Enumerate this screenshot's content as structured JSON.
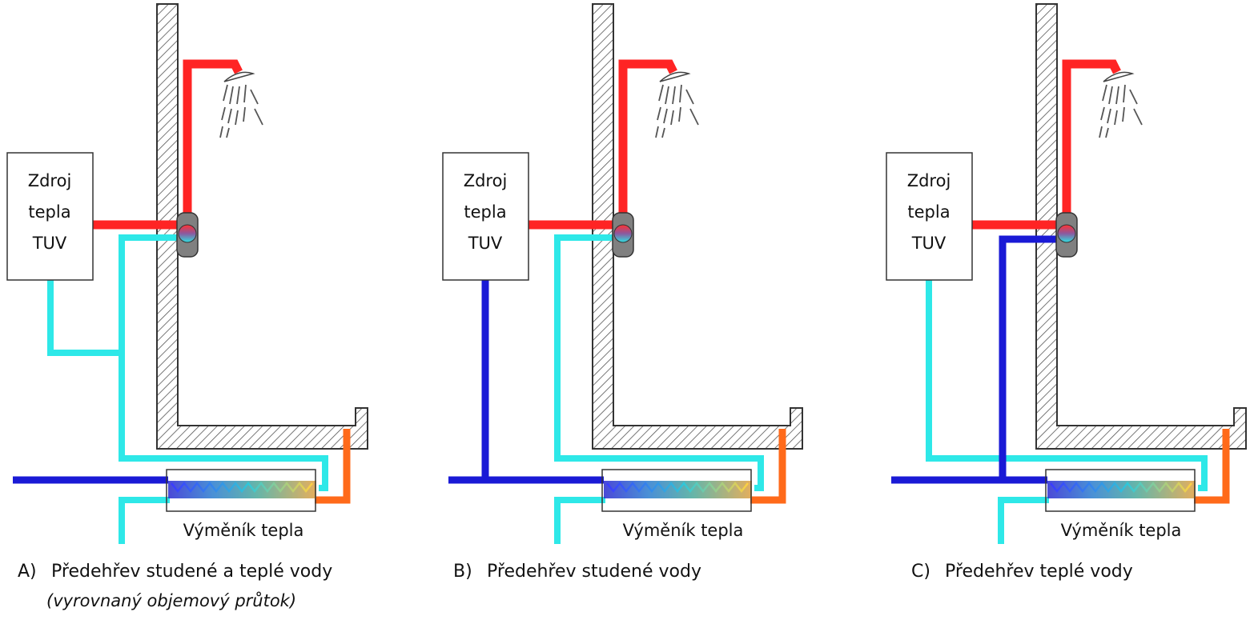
{
  "colors": {
    "hot_water": "#ff2424",
    "preheated_water": "#2ee8e8",
    "cold_water": "#1a1ad6",
    "drain_warm": "#ff6a1a",
    "wall_hatch": "#555555",
    "mixer_valve": "#808080"
  },
  "icons": [
    "shower-head-icon",
    "mixer-valve-icon",
    "heat-exchanger-coil-icon"
  ],
  "panels": [
    {
      "id": "a",
      "heat_source_lines": [
        "Zdroj",
        "tepla",
        "TUV"
      ],
      "exchanger_label": "Výměník tepla",
      "caption_letter": "A)",
      "caption_text": "Předehřev studené a teplé vody",
      "caption_note": "(vyrovnaný objemový průtok)",
      "source_feed": "preheated",
      "mixer_cold_feed": "preheated"
    },
    {
      "id": "b",
      "heat_source_lines": [
        "Zdroj",
        "tepla",
        "TUV"
      ],
      "exchanger_label": "Výměník tepla",
      "caption_letter": "B)",
      "caption_text": "Předehřev studené vody",
      "caption_note": "",
      "source_feed": "cold",
      "mixer_cold_feed": "preheated"
    },
    {
      "id": "c",
      "heat_source_lines": [
        "Zdroj",
        "tepla",
        "TUV"
      ],
      "exchanger_label": "Výměník tepla",
      "caption_letter": "C)",
      "caption_text": "Předehřev teplé vody",
      "caption_note": "",
      "source_feed": "preheated",
      "mixer_cold_feed": "cold"
    }
  ]
}
